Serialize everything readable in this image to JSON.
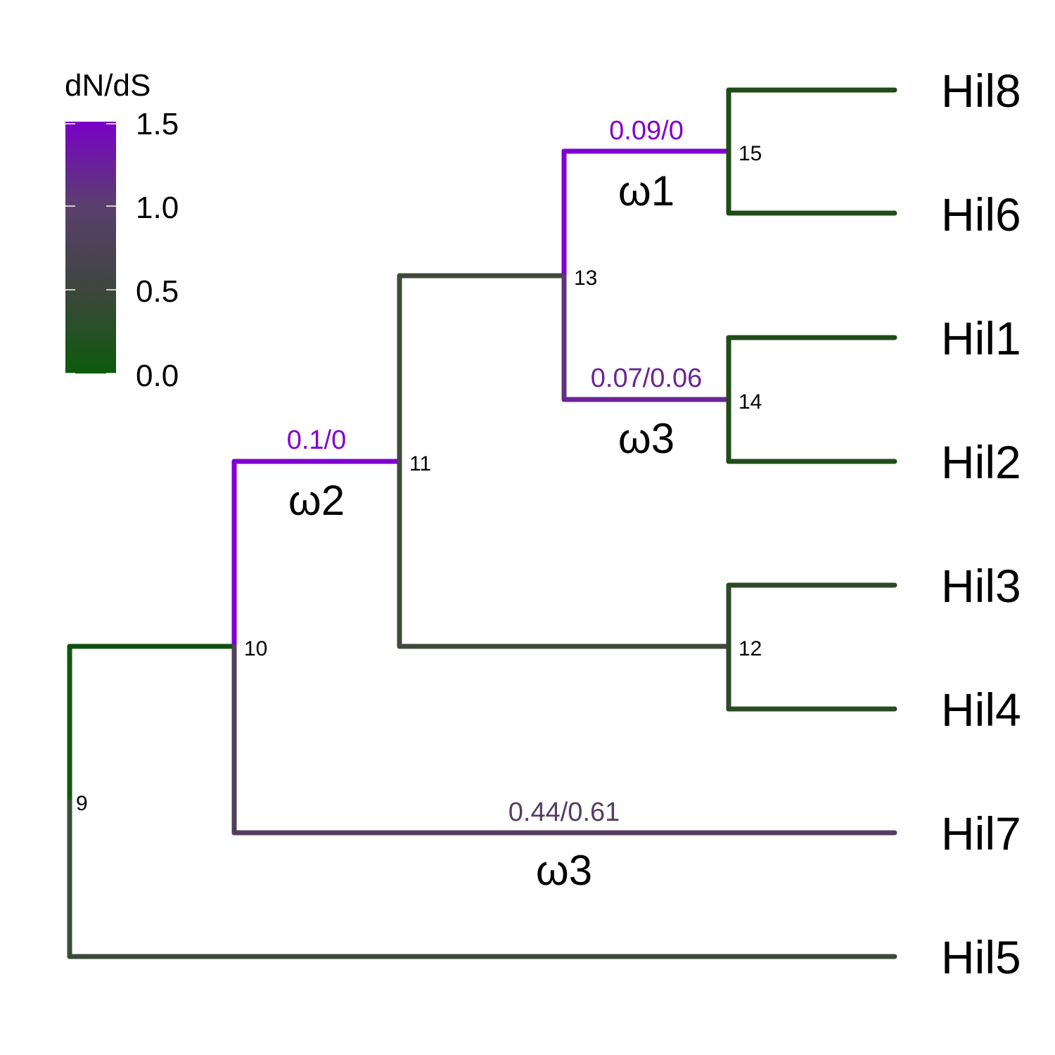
{
  "legend": {
    "title": "dN/dS",
    "ticks": [
      "1.5",
      "1.0",
      "0.5",
      "0.0"
    ],
    "gradient_colors": [
      "#7a00c8",
      "#5a3f6e",
      "#3e463e",
      "#0d5a0d"
    ]
  },
  "tips": [
    "Hil8",
    "Hil6",
    "Hil1",
    "Hil2",
    "Hil3",
    "Hil4",
    "Hil7",
    "Hil5"
  ],
  "nodes": [
    "9",
    "10",
    "11",
    "12",
    "13",
    "14",
    "15"
  ],
  "ratios": {
    "b15": "0.09/0",
    "b14": "0.07/0.06",
    "b11": "0.1/0",
    "b7": "0.44/0.61"
  },
  "omegas": {
    "b15": "ω1",
    "b14": "ω3",
    "b11": "ω2",
    "b7": "ω3"
  },
  "colors": {
    "purple_bright": "#7f00d1",
    "purple_mid": "#6a2596",
    "purple_dull": "#553d62",
    "grey_dark": "#3f4a3b",
    "green_dark": "#204c17",
    "green_root": "#0f560f"
  }
}
